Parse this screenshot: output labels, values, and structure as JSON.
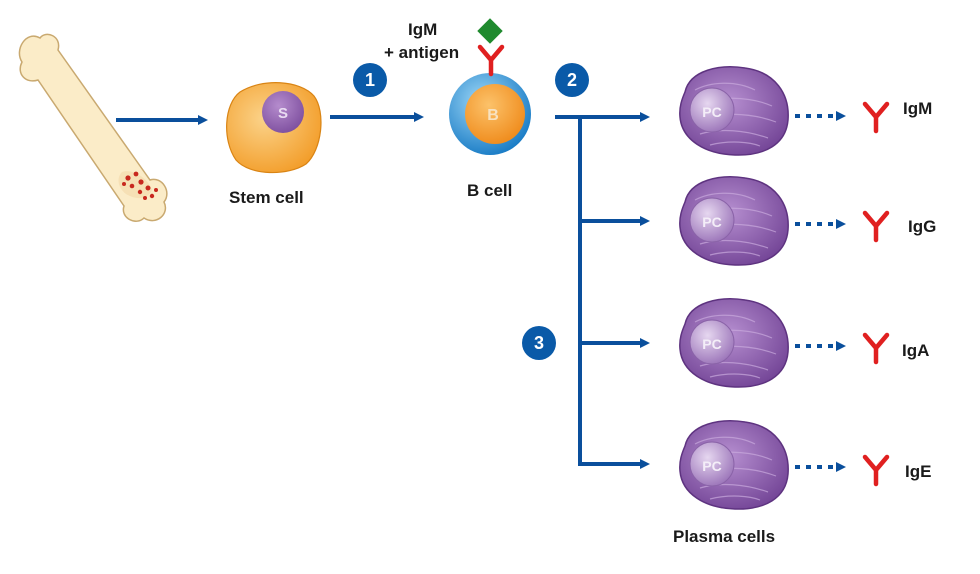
{
  "labels": {
    "stem_cell": "Stem cell",
    "b_cell": "B cell",
    "igm_antigen_line1": "IgM",
    "igm_antigen_line2": "+ antigen",
    "plasma_cells": "Plasma cells"
  },
  "cell_letters": {
    "stem": "S",
    "b": "B",
    "plasma": "PC"
  },
  "steps": [
    "1",
    "2",
    "3"
  ],
  "antibodies": [
    "IgM",
    "IgG",
    "IgA",
    "IgE"
  ],
  "colors": {
    "arrow": "#0a4f9c",
    "badge": "#0a5aa8",
    "antibody": "#e02020",
    "antigen": "#1f8a2e",
    "stem_cell": "#f5a53a",
    "b_cell_outer": "#1e90d8",
    "plasma_cell": "#8a5aa8"
  }
}
